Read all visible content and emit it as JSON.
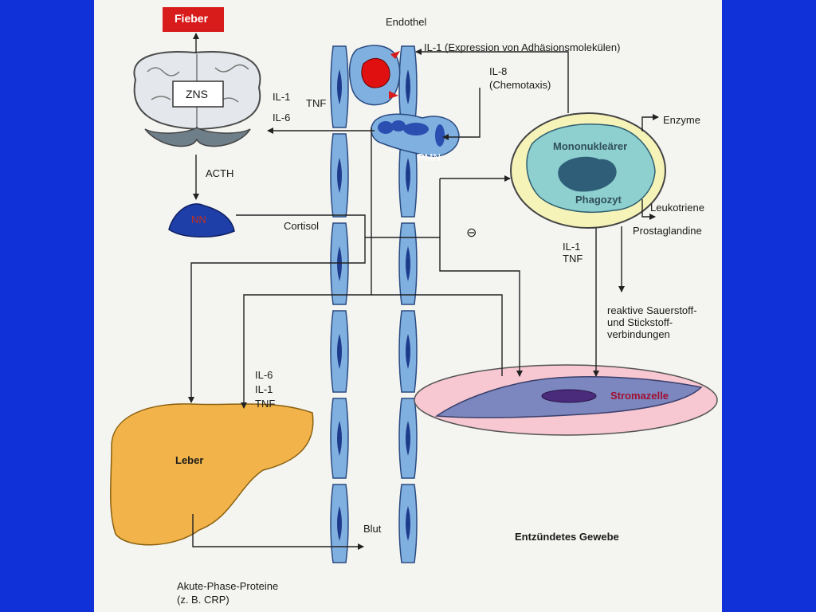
{
  "labels": {
    "fieber": "Fieber",
    "endothel": "Endothel",
    "il1_expression": "IL-1 (Expression von Adhäsionsmolekülen)",
    "il8": "IL-8",
    "chemotaxis": "(Chemotaxis)",
    "zns": "ZNS",
    "il1_brain": "IL-1",
    "il6_brain": "IL-6",
    "tnf_vessel": "TNF",
    "pmn": "PMN",
    "enzyme": "Enzyme",
    "mononuklearer": "Mononukleärer",
    "phagozyt": "Phagozyt",
    "leukotriene": "Leukotriene",
    "prostaglandine": "Prostaglandine",
    "acth": "ACTH",
    "nn": "NN",
    "cortisol": "Cortisol",
    "inhibition": "⊖",
    "il1_tnf_phagocyte": "IL-1\nTNF",
    "reaktive": "reaktive Sauerstoff-\nund Stickstoff-\nverbindungen",
    "il_liver": "IL-6\nIL-1\nTNF",
    "stromazelle": "Stromazelle",
    "leber": "Leber",
    "blut": "Blut",
    "entzuendetes_gewebe": "Entzündetes Gewebe",
    "akute_phase": "Akute-Phase-Proteine",
    "crp": "(z. B. CRP)"
  },
  "colors": {
    "slide_background": "#1030d8",
    "fieber_box": "#d81c1c",
    "vessel": "#7fb0e0",
    "vessel_nucleus": "#1e3a8a",
    "phagocyte_highlight": "#f6f3b8",
    "phagocyte_cell": "#8ecfcf",
    "phagocyte_nucleus": "#2f5f78",
    "stroma_highlight": "#f7c7d2",
    "stroma_cell": "#7c87c0",
    "liver": "#f2b44a",
    "adrenal": "#1f3fa8",
    "brain": "#e4e8ec",
    "highlight_outline": "#b01020"
  }
}
